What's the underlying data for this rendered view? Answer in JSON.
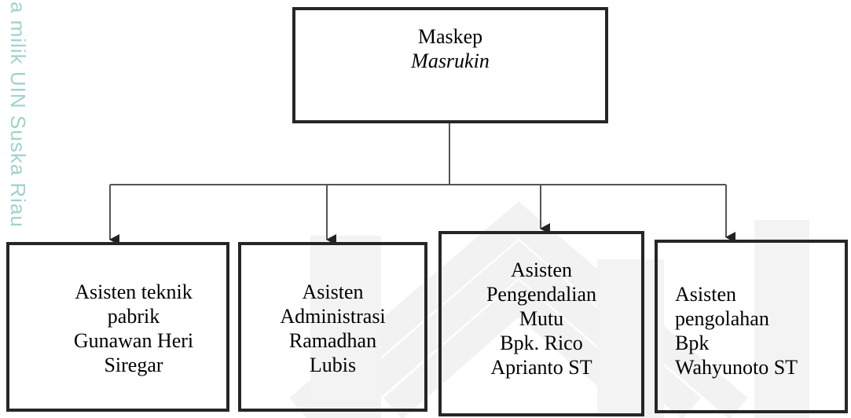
{
  "org_chart": {
    "top": {
      "title": "Maskep",
      "name": "Masrukin"
    },
    "children": [
      {
        "lines": [
          "Asisten teknik",
          "pabrik",
          "Gunawan Heri",
          "Siregar"
        ]
      },
      {
        "lines": [
          "Asisten",
          "Administrasi",
          "Ramadhan",
          "Lubis"
        ]
      },
      {
        "lines": [
          "Asisten",
          "Pengendalian",
          "Mutu",
          "Bpk. Rico",
          "Aprianto ST"
        ]
      },
      {
        "lines": [
          "Asisten",
          "pengolahan",
          "Bpk",
          "Wahyunoto ST"
        ]
      }
    ]
  },
  "watermark": {
    "side_text": "a milik UIN Suska Riau"
  },
  "colors": {
    "box_border": "#262626",
    "connector": "#555555",
    "watermark": "#9fd3cc"
  }
}
